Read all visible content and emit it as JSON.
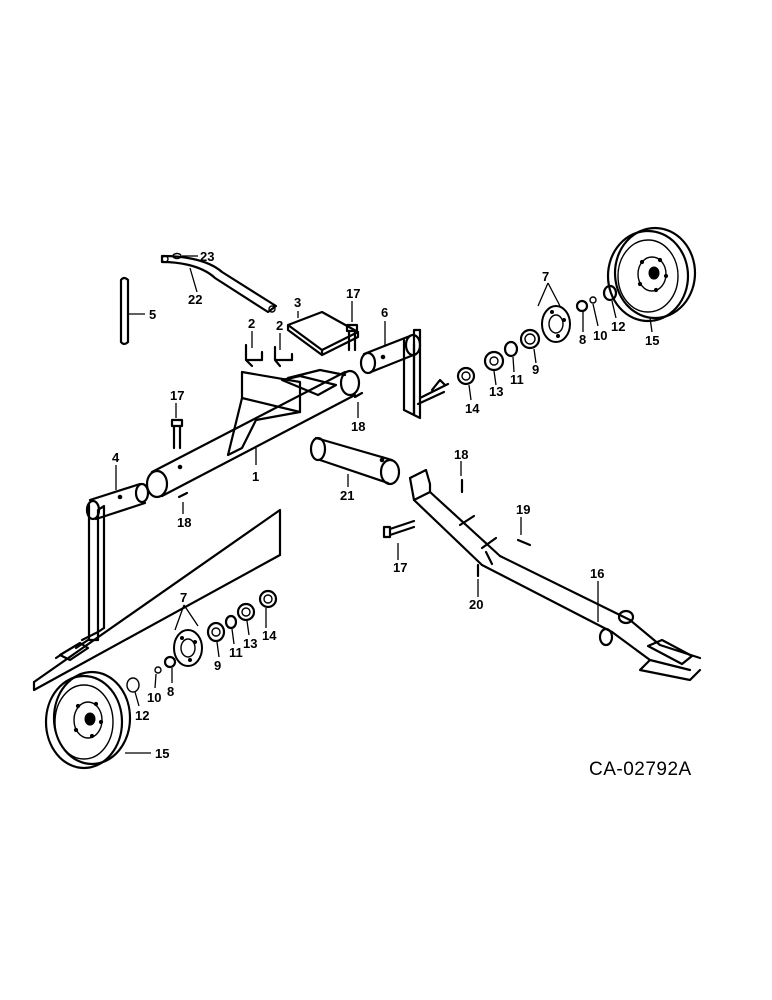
{
  "diagram_code": "CA-02792A",
  "callouts": {
    "c1": "1",
    "c2a": "2",
    "c2b": "2",
    "c3": "3",
    "c4": "4",
    "c5": "5",
    "c6": "6",
    "c7a": "7",
    "c7b": "7",
    "c8a": "8",
    "c8b": "8",
    "c9a": "9",
    "c9b": "9",
    "c10a": "10",
    "c10b": "10",
    "c11a": "11",
    "c11b": "11",
    "c12a": "12",
    "c12b": "12",
    "c13a": "13",
    "c13b": "13",
    "c14a": "14",
    "c14b": "14",
    "c15a": "15",
    "c15b": "15",
    "c16": "16",
    "c17a": "17",
    "c17b": "17",
    "c17c": "17",
    "c18a": "18",
    "c18b": "18",
    "c18c": "18",
    "c19": "19",
    "c20": "20",
    "c21": "21",
    "c22": "22",
    "c23": "23"
  }
}
